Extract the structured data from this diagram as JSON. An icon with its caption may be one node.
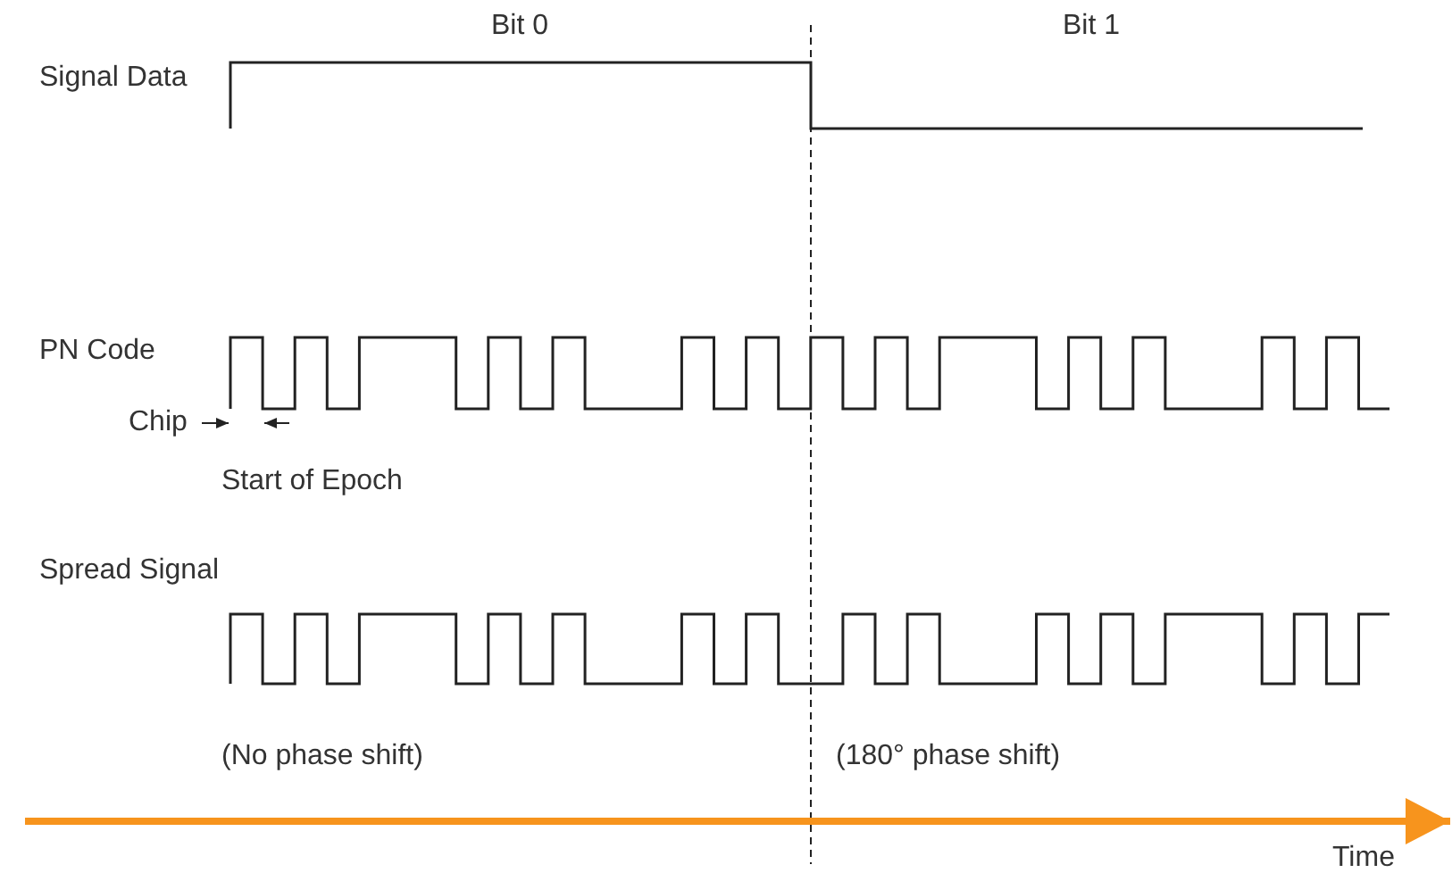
{
  "diagram": {
    "labels": [
      "Bit 0",
      "Bit 1",
      "Signal Data",
      "PN Code",
      "Chip",
      "Start of Epoch",
      "Spread Signal",
      "(No phase shift)",
      "(180° phase shift)",
      "Time"
    ]
  }
}
